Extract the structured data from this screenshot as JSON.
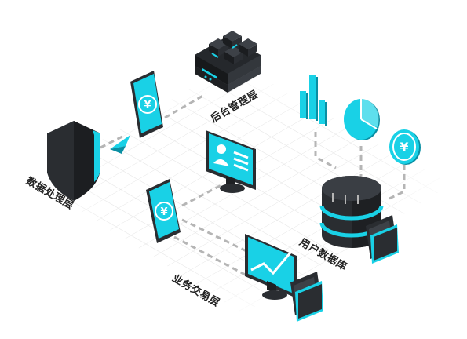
{
  "layers": {
    "backend": "后台管理层",
    "data_processing": "数据处理层",
    "business": "业务交易层",
    "user_db": "用户数据库"
  },
  "symbols": {
    "yuan": "¥"
  },
  "colors": {
    "accent": "#19d1e6",
    "accent_dark": "#0a8fa3",
    "dark": "#222529",
    "dark_mid": "#3a3e44",
    "grid": "#e3e3e3",
    "dash": "#b5b5b5"
  },
  "icons": [
    "server-icon",
    "shield-icon",
    "tablet-yuan-icon",
    "profile-monitor-icon",
    "chart-monitor-icon",
    "bar-chart-icon",
    "pie-chart-icon",
    "yuan-coin-icon",
    "database-icon",
    "folder-icon",
    "arrow-icon"
  ]
}
